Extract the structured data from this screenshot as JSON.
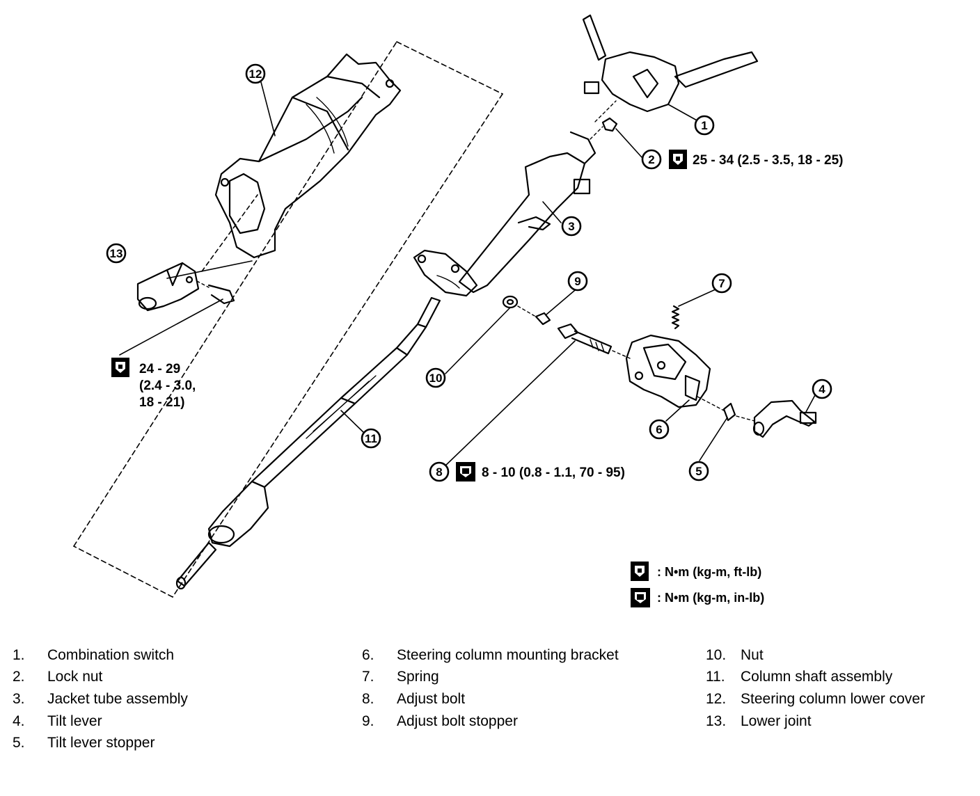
{
  "callouts": [
    "1",
    "2",
    "3",
    "4",
    "5",
    "6",
    "7",
    "8",
    "9",
    "10",
    "11",
    "12",
    "13"
  ],
  "torque_specs": {
    "lock_nut": "25 - 34 (2.5 - 3.5, 18 - 25)",
    "adjust_bolt": "8 - 10 (0.8 - 1.1, 70 - 95)",
    "lower_joint_line1": "24 - 29",
    "lower_joint_line2": "(2.4 - 3.0,",
    "lower_joint_line3": "18 - 21)"
  },
  "legend": {
    "nm_ftlb": ": N•m  (kg-m,  ft-lb)",
    "nm_inlb": ": N•m  (kg-m,  in-lb)"
  },
  "parts": [
    {
      "num": "1.",
      "name": "Combination switch"
    },
    {
      "num": "2.",
      "name": "Lock nut"
    },
    {
      "num": "3.",
      "name": "Jacket tube assembly"
    },
    {
      "num": "4.",
      "name": "Tilt lever"
    },
    {
      "num": "5.",
      "name": "Tilt lever stopper"
    },
    {
      "num": "6.",
      "name": "Steering column mounting bracket"
    },
    {
      "num": "7.",
      "name": "Spring"
    },
    {
      "num": "8.",
      "name": "Adjust bolt"
    },
    {
      "num": "9.",
      "name": "Adjust bolt stopper"
    },
    {
      "num": "10.",
      "name": "Nut"
    },
    {
      "num": "11.",
      "name": "Column shaft assembly"
    },
    {
      "num": "12.",
      "name": "Steering column lower cover"
    },
    {
      "num": "13.",
      "name": "Lower joint"
    }
  ]
}
